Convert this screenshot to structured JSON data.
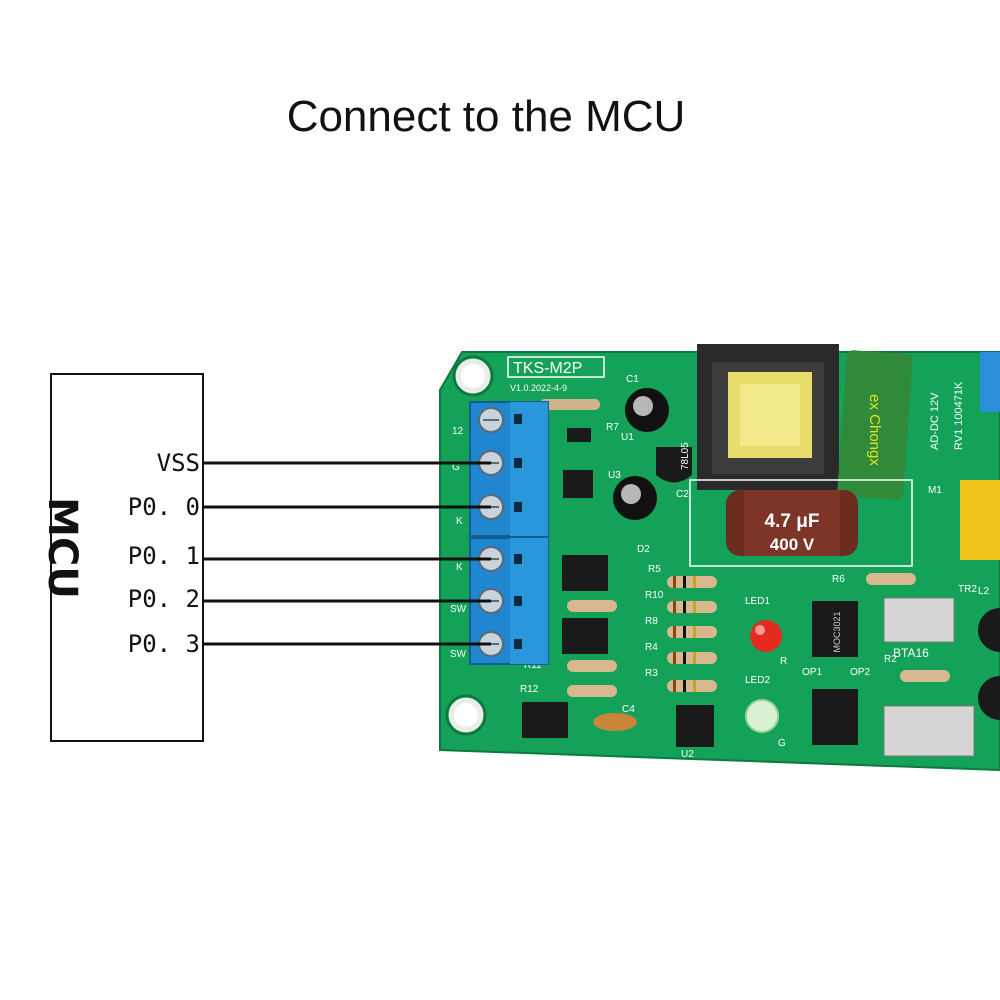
{
  "title": "Connect to the MCU",
  "mcu": {
    "label": "MCU",
    "pins": [
      "VSS",
      "P0. 0",
      "P0. 1",
      "P0. 2",
      "P0. 3"
    ]
  },
  "board": {
    "model": "TKS-M2P",
    "version": "V1.0.2022-4-9",
    "capacitor_value": "4.7 μF",
    "capacitor_voltage": "400 V",
    "regulator": "78L05",
    "power_label": "AD-DC 12V",
    "varistor_label": "RV1 100471K",
    "triac": "BTA16",
    "optocoupler": "MOC3021",
    "component_labels": [
      "C1",
      "R7",
      "U1",
      "U3",
      "C2",
      "D2",
      "R5",
      "R10",
      "R8",
      "R4",
      "R3",
      "R11",
      "R12",
      "C4",
      "U2",
      "LED1",
      "LED2",
      "R",
      "G",
      "OP1",
      "OP2",
      "R2",
      "R6",
      "M1",
      "TR2",
      "L2"
    ],
    "terminal_marks": [
      "12",
      "G",
      "K",
      "K",
      "SW",
      "SW"
    ]
  },
  "colors": {
    "pcb": "#13a257",
    "terminal": "#1f86cf",
    "wire": "#111111"
  }
}
